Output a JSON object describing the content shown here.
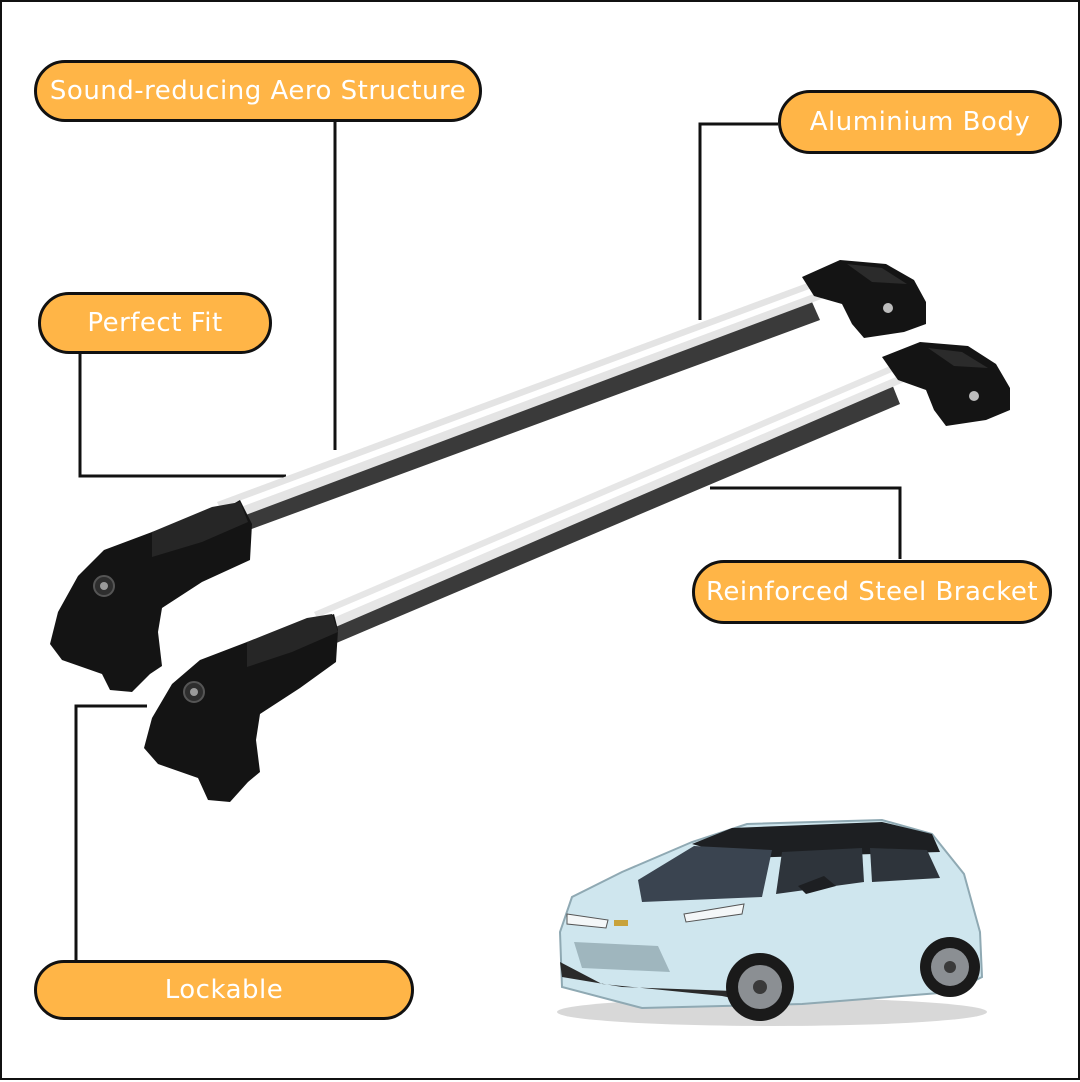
{
  "features": {
    "sound": "Sound-reducing Aero Structure",
    "aluminium": "Aluminium Body",
    "perfect_fit": "Perfect Fit",
    "steel": "Reinforced Steel Bracket",
    "lockable": "Lockable"
  },
  "colors": {
    "callout_fill": "#ffb547",
    "callout_text": "#ffffff",
    "outline": "#111111",
    "bar_silver": "#d9d9d9",
    "foot_black": "#141414",
    "car_body": "#cfe6ee"
  },
  "product_image": {
    "subject": "roof rack cross bars",
    "vehicle": "compact electric crossover"
  }
}
